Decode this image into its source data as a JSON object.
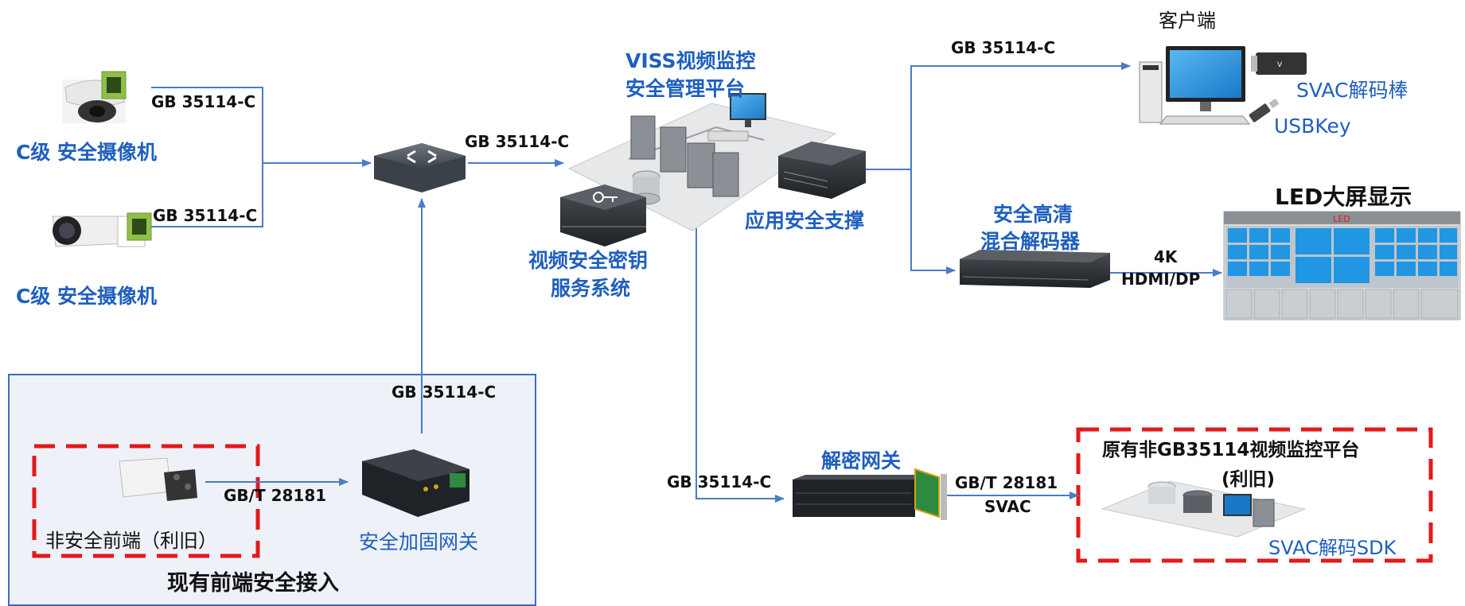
{
  "colors": {
    "accent": "#1f5fbf",
    "line": "#4a7cc7",
    "dashed_border": "#e3191b",
    "panel_fill": "#eef1f8",
    "panel_border": "#3b6cc0"
  },
  "nodes": {
    "camera_top": "C级 安全摄像机",
    "camera_bottom": "C级 安全摄像机",
    "viss_platform_line1": "VISS视频监控",
    "viss_platform_line2": "安全管理平台",
    "app_support": "应用安全支撑",
    "key_service_line1": "视频安全密钥",
    "key_service_line2": "服务系统",
    "client": "客户端",
    "svac_stick": "SVAC解码棒",
    "usbkey": "USBKey",
    "decoder_line1": "安全高清",
    "decoder_line2": "混合解码器",
    "led_title": "LED大屏显示",
    "led_brand": "LED",
    "decrypt_gateway": "解密网关",
    "legacy_platform_line1": "原有非GB35114视频监控平台",
    "legacy_platform_line2": "(利旧)",
    "svac_sdk": "SVAC解码SDK",
    "legacy_frontend": "非安全前端（利旧）",
    "secure_gateway": "安全加固网关",
    "panel_title": "现有前端安全接入"
  },
  "links": {
    "cam_top": "GB 35114-C",
    "cam_bottom": "GB 35114-C",
    "switch_to_platform": "GB 35114-C",
    "platform_to_client": "GB 35114-C",
    "gateway_up": "GB 35114-C",
    "platform_to_decrypt": "GB 35114-C",
    "frontend_to_gateway": "GB/T 28181",
    "decoder_to_led_line1": "4K",
    "decoder_to_led_line2": "HDMI/DP",
    "decrypt_to_legacy_line1": "GB/T 28181",
    "decrypt_to_legacy_line2": "SVAC"
  }
}
